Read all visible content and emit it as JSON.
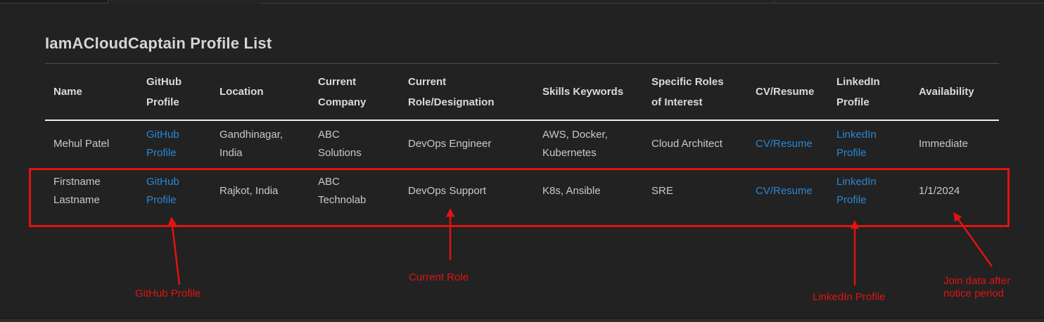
{
  "page": {
    "title": "IamACloudCaptain Profile List"
  },
  "table": {
    "headers": [
      "Name",
      "GitHub\nProfile",
      "Location",
      "Current\nCompany",
      "Current\nRole/Designation",
      "Skills Keywords",
      "Specific Roles\nof Interest",
      "CV/Resume",
      "LinkedIn\nProfile",
      "Availability"
    ],
    "rows": [
      {
        "name": "Mehul Patel",
        "github_link": "GitHub\nProfile",
        "location": "Gandhinagar,\nIndia",
        "company": "ABC\nSolutions",
        "role": "DevOps Engineer",
        "skills": "AWS, Docker,\nKubernetes",
        "interest_roles": "Cloud Architect",
        "cv_link": "CV/Resume",
        "linkedin_link": "LinkedIn\nProfile",
        "availability": "Immediate"
      },
      {
        "name": "Firstname\nLastname",
        "github_link": "GitHub\nProfile",
        "location": "Rajkot, India",
        "company": "ABC\nTechnolab",
        "role": "DevOps Support",
        "skills": "K8s, Ansible",
        "interest_roles": "SRE",
        "cv_link": "CV/Resume",
        "linkedin_link": "LinkedIn\nProfile",
        "availability": "1/1/2024"
      }
    ]
  },
  "annotations": {
    "github_profile": "GitHub Profile",
    "current_role": "Current Role",
    "linkedin_profile": "LinkedIn Profile",
    "join_date": "Join data after\nnotice period"
  },
  "colors": {
    "annotation_red": "#e01313",
    "link_blue": "#2b87d3",
    "background": "#222222"
  }
}
